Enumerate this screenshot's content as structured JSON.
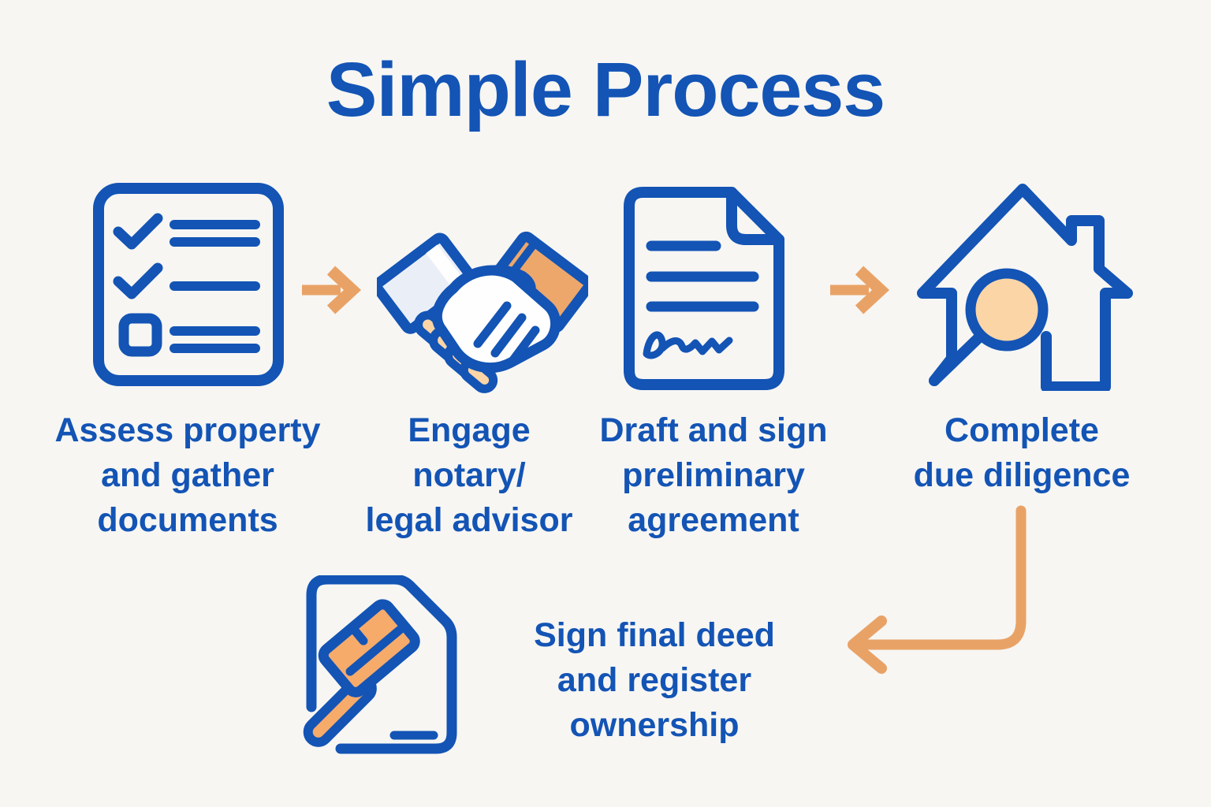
{
  "title": "Simple Process",
  "colors": {
    "background": "#f7f6f3",
    "blue": "#1354b5",
    "arrow_orange": "#e9a266",
    "hand_orange": "#eda76b",
    "gavel_orange": "#f6ab6b",
    "peach": "#fbd5a6",
    "sleeve_light": "#eaeff7",
    "white": "#fefefe"
  },
  "steps": [
    {
      "icon": "checklist-icon",
      "label": "Assess property\nand gather\ndocuments"
    },
    {
      "icon": "handshake-icon",
      "label": "Engage\nnotary/\nlegal advisor"
    },
    {
      "icon": "document-signature-icon",
      "label": "Draft and sign\npreliminary\nagreement"
    },
    {
      "icon": "house-magnifier-icon",
      "label": "Complete\ndue diligence"
    },
    {
      "icon": "gavel-document-icon",
      "label": "Sign final deed\nand register\nownership"
    }
  ],
  "arrows": [
    {
      "name": "arrow-step1-to-step2",
      "direction": "right"
    },
    {
      "name": "arrow-step3-to-step4",
      "direction": "right"
    },
    {
      "name": "arrow-step4-to-step5",
      "direction": "down-left"
    }
  ]
}
